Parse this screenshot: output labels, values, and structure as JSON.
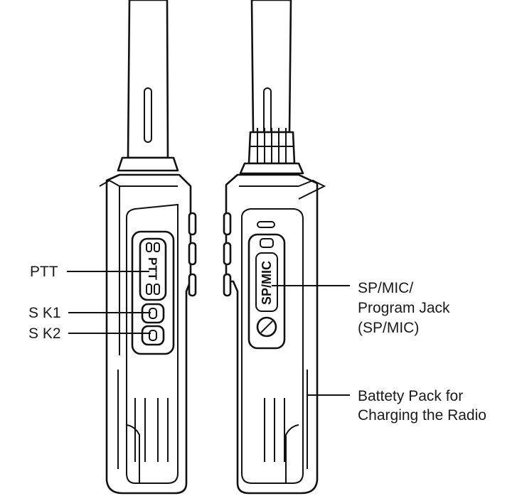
{
  "callouts": {
    "ptt": "PTT",
    "sk1": "S K1",
    "sk2": "S K2",
    "spmic_line1": "SP/MIC/",
    "spmic_line2": "Program Jack",
    "spmic_line3": "(SP/MIC)",
    "battery_line1": "Battety Pack for",
    "battery_line2": "Charging the Radio"
  },
  "device_markings": {
    "ptt_button": "PTT",
    "jack_cover": "SP/MIC"
  }
}
